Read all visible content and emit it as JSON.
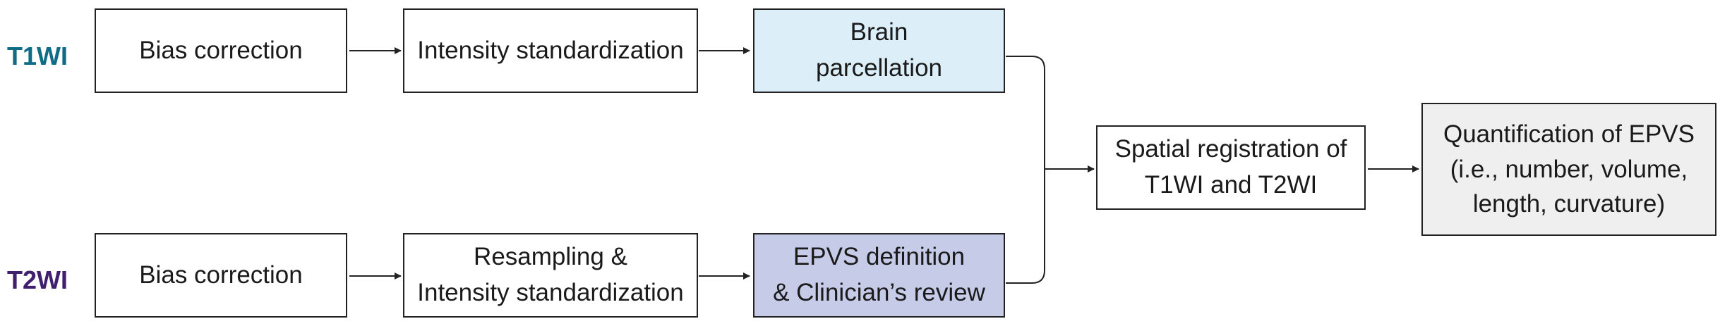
{
  "labels": {
    "t1": "T1WI",
    "t2": "T2WI"
  },
  "colors": {
    "t1_label": "#0f6b86",
    "t2_label": "#3f1f6e",
    "parcellation_fill": "#dceef7",
    "epvs_fill": "#c6cbe8",
    "quant_fill": "#efefef"
  },
  "t1_row": {
    "bias": "Bias correction",
    "standardization": "Intensity standardization",
    "parcellation": [
      "Brain",
      "parcellation"
    ]
  },
  "t2_row": {
    "bias": "Bias correction",
    "resampling": [
      "Resampling &",
      "Intensity standardization"
    ],
    "epvs": [
      "EPVS definition",
      "& Clinician’s review"
    ]
  },
  "registration": [
    "Spatial registration of",
    "T1WI and T2WI"
  ],
  "quantification": [
    "Quantification of EPVS",
    "(i.e., number, volume,",
    "length, curvature)"
  ]
}
